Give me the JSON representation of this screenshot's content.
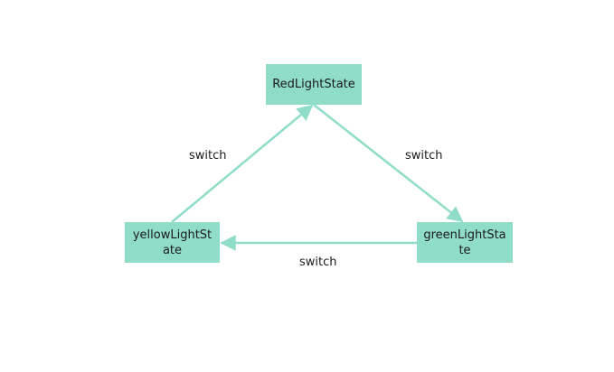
{
  "diagram": {
    "colors": {
      "node_fill": "#8fdcc7",
      "edge": "#8fdcc7",
      "text": "#1b1b1b",
      "background": "#ffffff"
    },
    "nodes": [
      {
        "id": "red",
        "label": "RedLightState"
      },
      {
        "id": "yellow",
        "label": "yellowLightState"
      },
      {
        "id": "green",
        "label": "greenLightState"
      }
    ],
    "edges": [
      {
        "from": "red",
        "to": "green",
        "label": "switch"
      },
      {
        "from": "green",
        "to": "yellow",
        "label": "switch"
      },
      {
        "from": "yellow",
        "to": "red",
        "label": "switch"
      }
    ]
  }
}
